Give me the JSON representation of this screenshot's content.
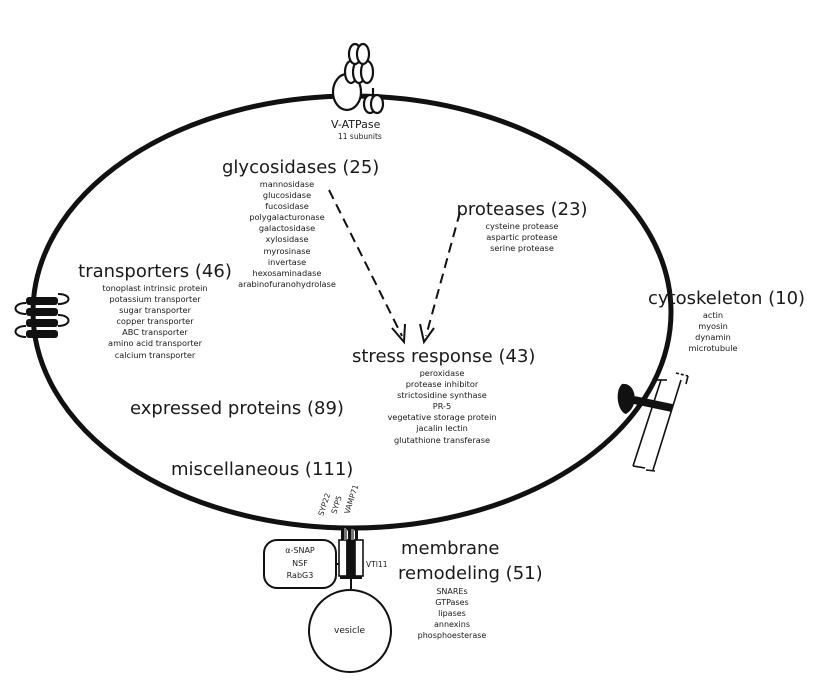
{
  "vatpase": {
    "name": "V-ATPase",
    "subunits": "11 subunits"
  },
  "categories": {
    "glycosidases": {
      "title": "glycosidases (25)",
      "items": [
        "mannosidase",
        "glucosidase",
        "fucosidase",
        "polygalacturonase",
        "galactosidase",
        "xylosidase",
        "myrosinase",
        "invertase",
        "hexosaminadase",
        "arabinofuranohydrolase"
      ]
    },
    "proteases": {
      "title": "proteases (23)",
      "items": [
        "cysteine protease",
        "aspartic protease",
        "serine protease"
      ]
    },
    "transporters": {
      "title": "transporters (46)",
      "items": [
        "tonoplast intrinsic protein",
        "potassium transporter",
        "sugar transporter",
        "copper transporter",
        "ABC transporter",
        "amino acid transporter",
        "calcium transporter"
      ]
    },
    "cytoskeleton": {
      "title": "cytoskeleton (10)",
      "items": [
        "actin",
        "myosin",
        "dynamin",
        "microtubule"
      ]
    },
    "stress": {
      "title": "stress response (43)",
      "items": [
        "peroxidase",
        "protease inhibitor",
        "strictosidine synthase",
        "PR-5",
        "vegetative storage protein",
        "jacalin lectin",
        "glutathione transferase"
      ]
    },
    "expressed": {
      "title": "expressed proteins (89)"
    },
    "misc": {
      "title": "miscellaneous (111)"
    },
    "membrane": {
      "title_line1": "membrane",
      "title_line2": "remodeling (51)",
      "items": [
        "SNAREs",
        "GTPases",
        "lipases",
        "annexins",
        "phosphoesterase"
      ]
    }
  },
  "snare": {
    "labels": [
      "SYP22",
      "SYP5",
      "VAMP71"
    ],
    "vti": "VTI11",
    "complex": [
      "α-SNAP",
      "NSF",
      "RabG3"
    ],
    "vesicle": "vesicle"
  }
}
